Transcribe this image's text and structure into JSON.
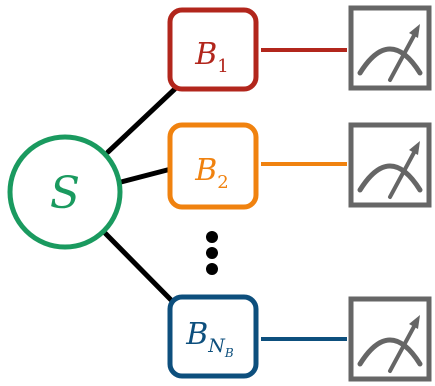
{
  "source": {
    "label": "S",
    "color": "#1a9a5f"
  },
  "branches": [
    {
      "symbol": "B",
      "subscript": "1",
      "subsubscript": "",
      "color": "#b2261c"
    },
    {
      "symbol": "B",
      "subscript": "2",
      "subsubscript": "",
      "color": "#f0820f"
    },
    {
      "symbol": "B",
      "subscript": "N",
      "subsubscript": "B",
      "color": "#0d4f7d"
    }
  ],
  "meters": {
    "color": "#666666",
    "count": 3
  },
  "icons": [
    "meter-icon",
    "meter-icon",
    "meter-icon"
  ],
  "ellipsis": {
    "color": "#000000",
    "dot_count": 3
  }
}
